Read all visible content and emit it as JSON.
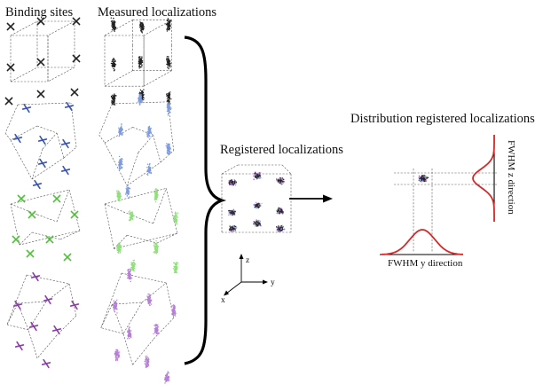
{
  "labels": {
    "binding_sites": "Binding sites",
    "measured_localizations": "Measured localizations",
    "registered_localizations": "Registered localizations",
    "distribution_registered": "Distribution registered localizations",
    "fwhm_y": "FWHM y direction",
    "fwhm_z": "FWHM z direction",
    "axis_z": "z",
    "axis_y": "y",
    "axis_x": "x"
  },
  "colors": {
    "black": "#222222",
    "blue": "#3a55b0",
    "green": "#4fbf3a",
    "purple": "#8a3ea8",
    "curve": "#d42a2a",
    "light_blue": "#7f9be0",
    "light_green": "#8fe07a",
    "light_purple": "#b57fd6"
  },
  "rows": [
    {
      "name": "row-black",
      "color": "black",
      "cloud": "black",
      "style": "x"
    },
    {
      "name": "row-blue",
      "color": "blue",
      "cloud": "light_blue",
      "style": "plus"
    },
    {
      "name": "row-green",
      "color": "green",
      "cloud": "light_green",
      "style": "x"
    },
    {
      "name": "row-purple",
      "color": "purple",
      "cloud": "light_purple",
      "style": "plus"
    }
  ]
}
